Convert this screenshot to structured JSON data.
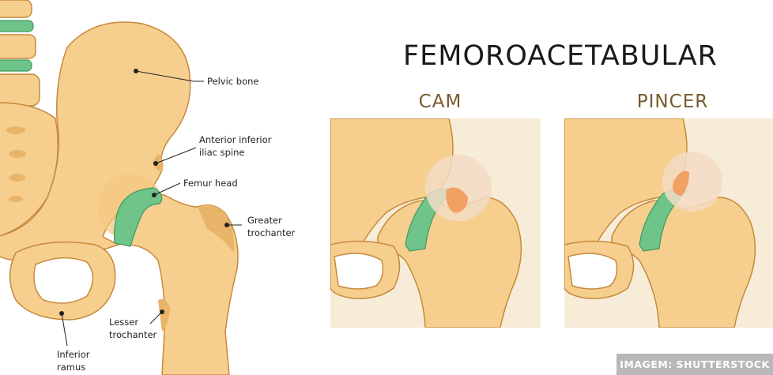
{
  "title": "FEMOROACETABULAR",
  "panels": {
    "cam": {
      "label": "CAM"
    },
    "pincer": {
      "label": "PINCER"
    }
  },
  "labels": {
    "pelvic_bone": "Pelvic bone",
    "aiis_line1": "Anterior inferior",
    "aiis_line2": "iliac spine",
    "femur_head": "Femur head",
    "greater_line1": "Greater",
    "greater_line2": "trochanter",
    "lesser_line1": "Lesser",
    "lesser_line2": "trochanter",
    "inferior_line1": "Inferior",
    "inferior_line2": "ramus"
  },
  "credit": "IMAGEM: SHUTTERSTOCK",
  "colors": {
    "bone": "#f6cf8f",
    "bone_outline": "#c7893a",
    "cartilage": "#6fc48a",
    "lesion": "#f29a5a",
    "panel_bg": "#f7ecd8",
    "subtitle": "#7a5a2e"
  }
}
